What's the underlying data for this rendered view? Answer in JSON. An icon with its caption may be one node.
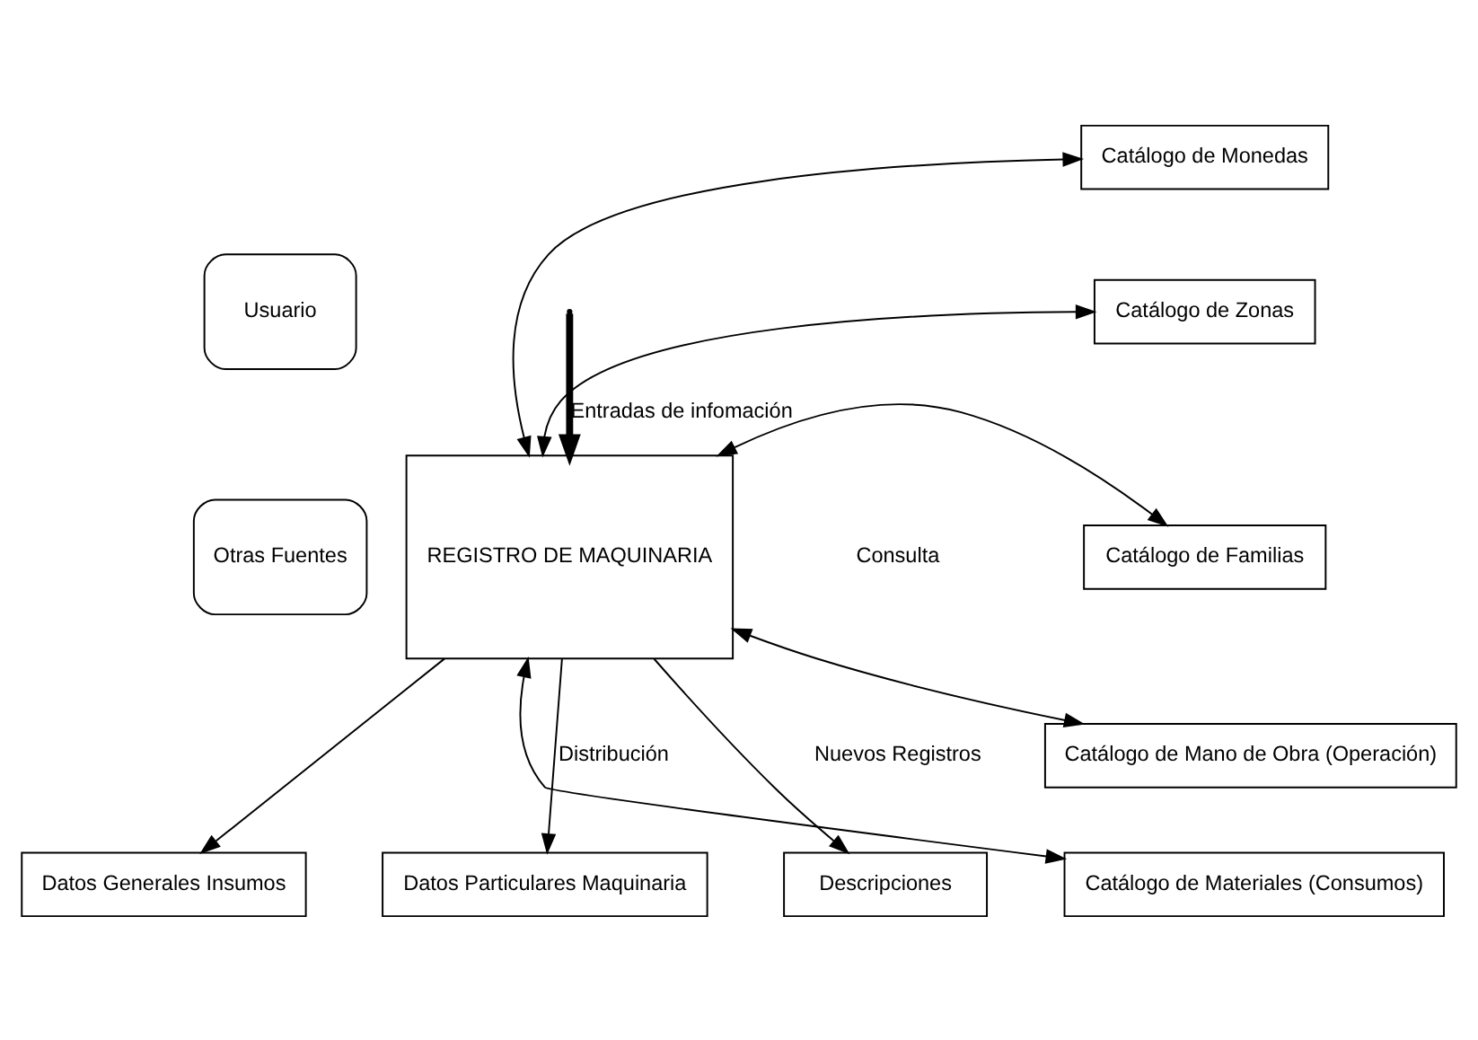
{
  "diagram": {
    "nodes": [
      {
        "text": [
          "Usuario"
        ]
      },
      {
        "text": [
          "Otras Fuentes"
        ]
      },
      {
        "text": [
          "REGISTRO DE MAQUINARIA"
        ]
      },
      {
        "text": [
          "Catálogo de Monedas"
        ]
      },
      {
        "text": [
          "Catálogo de Zonas"
        ]
      },
      {
        "text": [
          "Catálogo de Familias"
        ]
      },
      {
        "text": [
          "Catálogo de Mano de Obra (Operación)"
        ]
      },
      {
        "text": [
          "Catálogo de Materiales (Consumos)"
        ]
      },
      {
        "text": [
          "Datos Generales Insumos"
        ]
      },
      {
        "text": [
          "Datos Particulares Maquinaria"
        ]
      },
      {
        "text": [
          "Descripciones"
        ]
      }
    ],
    "edges": [
      {
        "from": null,
        "to": 2,
        "arrow": "to",
        "label": "Entradas de infomación",
        "style": "thick"
      },
      {
        "from": 2,
        "to": 3,
        "arrow": "both"
      },
      {
        "from": 2,
        "to": 4,
        "arrow": "both"
      },
      {
        "from": 2,
        "to": 5,
        "arrow": "both"
      },
      {
        "from": 2,
        "to": 6,
        "arrow": "both"
      },
      {
        "from": 2,
        "to": 7,
        "arrow": "both"
      },
      {
        "from": 2,
        "to": 8,
        "arrow": "to"
      },
      {
        "from": 2,
        "to": 9,
        "arrow": "to",
        "label": "Distribución"
      },
      {
        "from": 2,
        "to": 10,
        "arrow": "to"
      }
    ],
    "labels": [
      "Consulta",
      "Nuevos Registros"
    ]
  }
}
